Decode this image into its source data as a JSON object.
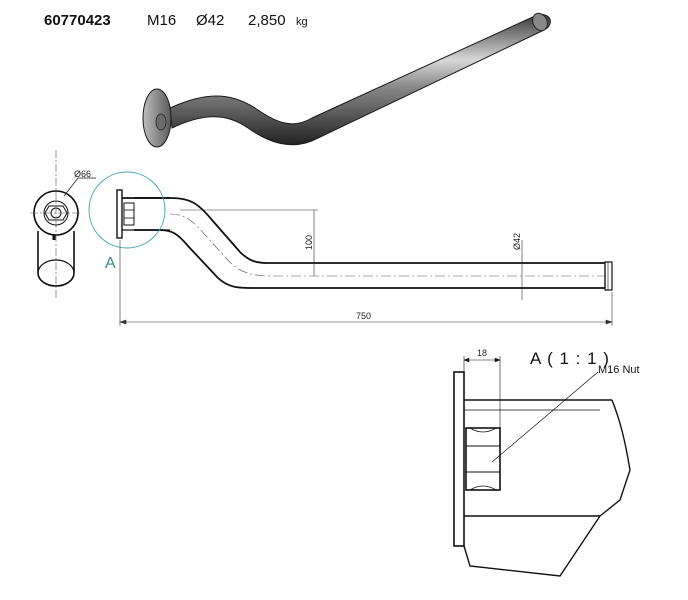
{
  "header": {
    "part_number": "60770423",
    "thread": "M16",
    "diameter": "Ø42",
    "weight": "2,850",
    "weight_unit": "kg"
  },
  "side_view": {
    "end_diameter": "Ø66",
    "offset": "100",
    "tube_diameter": "Ø42",
    "length": "750",
    "detail_marker": "A"
  },
  "detail": {
    "title": "A ( 1 : 1 )",
    "plate_thickness": "18",
    "nut_callout": "M16 Nut"
  },
  "colors": {
    "line": "#111111",
    "detail_circle": "#4aa8b8",
    "render_dark": "#2a2a2a",
    "render_light": "#c8c8c8"
  }
}
